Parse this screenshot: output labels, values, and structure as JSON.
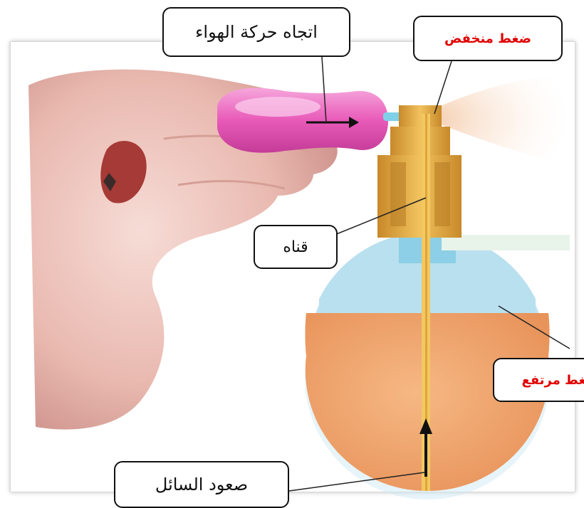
{
  "labels": {
    "air_direction": "اتجاه حركة الهواء",
    "low_pressure": "ضغط منخفض",
    "channel": "قناه",
    "high_pressure": "ضغط مرتفع",
    "liquid_rise": "صعود السائل"
  },
  "colors": {
    "label_red": "#e00000",
    "liquid": "#f0a060",
    "air_in_bottle": "#bfe3f0",
    "bulb": "#e85ab8",
    "nozzle": "#d9a441"
  }
}
